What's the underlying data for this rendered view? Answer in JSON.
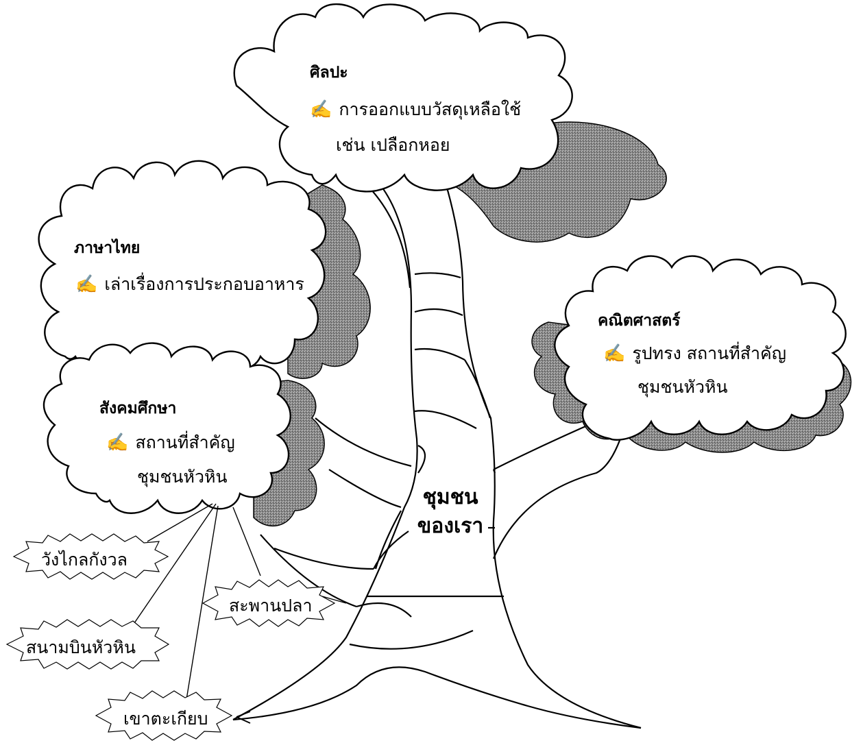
{
  "diagram": {
    "trunk": {
      "line1": "ชุมชน",
      "line2": "ของเรา"
    },
    "bullet_icon": "pencil-writing-icon",
    "clouds": {
      "art": {
        "title": "ศิลปะ",
        "line1": "การออกแบบวัสดุเหลือใช้",
        "line2": "เช่น เปลือกหอย"
      },
      "thai": {
        "title": "ภาษาไทย",
        "line1": "เล่าเรื่องการประกอบอาหาร"
      },
      "math": {
        "title": "คณิตศาสตร์",
        "line1": "รูปทรง สถานที่สำคัญ",
        "line2": "ชุมชนหัวหิน"
      },
      "social": {
        "title": "สังคมศึกษา",
        "line1": "สถานที่สำคัญ",
        "line2": "ชุมชนหัวหิน"
      }
    },
    "places": [
      "วังไกลกังวล",
      "สะพานปลา",
      "สนามบินหัวหิน",
      "เขาตะเกียบ"
    ],
    "colors": {
      "ink": "#000000",
      "shadow": "#7a7a7a"
    }
  }
}
